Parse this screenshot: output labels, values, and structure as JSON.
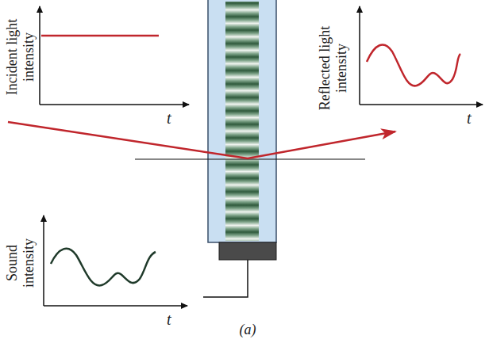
{
  "diagram": {
    "labels": [
      "Incident light intensity",
      "t",
      "Reflected light intensity",
      "t",
      "Sound intensity",
      "t",
      "(a)"
    ]
  }
}
